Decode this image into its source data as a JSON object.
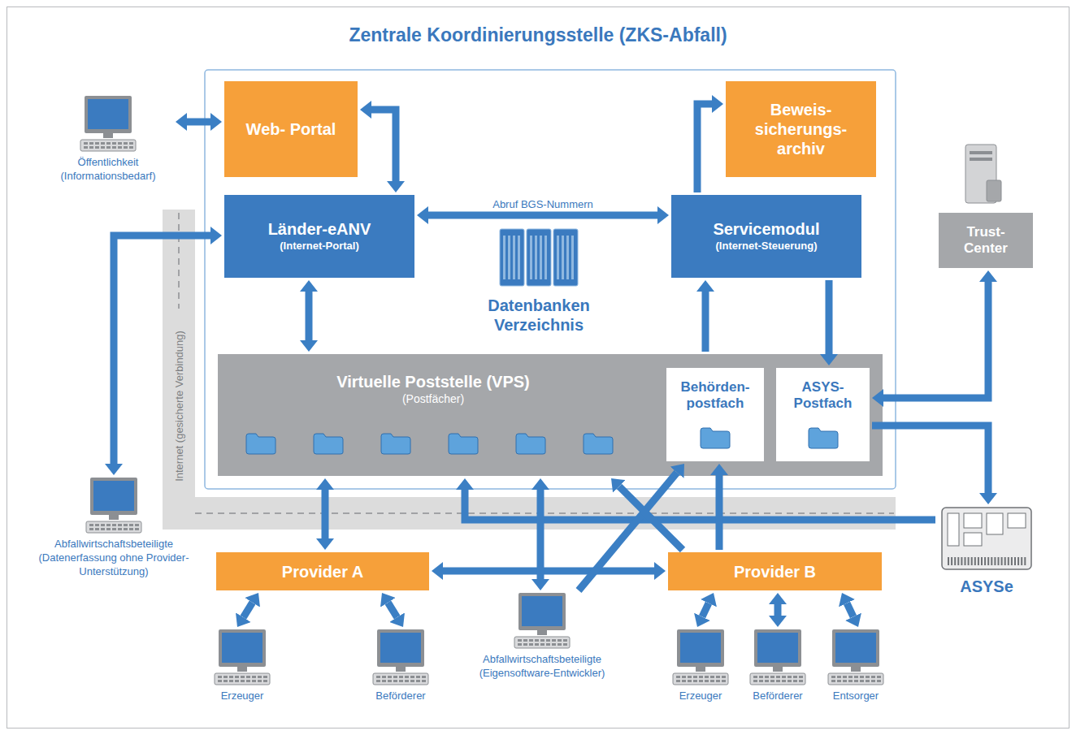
{
  "diagram": {
    "title": "Zentrale Koordinierungsstelle (ZKS-Abfall)",
    "nodes": [
      {
        "text": [
          "Web- Portal"
        ]
      },
      {
        "text": [
          "Länder-eANV",
          "(Internet-Portal)"
        ]
      },
      {
        "text": [
          "Datenbanken Verzeichnis"
        ]
      },
      {
        "text": [
          "Beweis- sicherungs- archiv"
        ]
      },
      {
        "text": [
          "Servicemodul",
          "(Internet-Steuerung)"
        ]
      },
      {
        "text": [
          "Virtuelle Poststelle (VPS)",
          "(Postfächer)"
        ]
      },
      {
        "text": [
          "Behörden- postfach"
        ],
        "in": 5
      },
      {
        "text": [
          "ASYS- Postfach"
        ],
        "in": 5
      },
      {
        "text": [
          "Trust- Center"
        ]
      },
      {
        "text": [
          "Öffentlichkeit (Informationsbedarf)"
        ]
      },
      {
        "text": [
          "Abfallwirtschaftsbeteiligte (Datenerfassung ohne Provider-Unterstützung)"
        ]
      },
      {
        "text": [
          "Provider A"
        ]
      },
      {
        "text": [
          "Abfallwirtschaftsbeteiligte (Eigensoftware-Entwickler)"
        ]
      },
      {
        "text": [
          "Provider B"
        ]
      },
      {
        "text": [
          "ASYSe"
        ]
      },
      {
        "text": [
          "Erzeuger"
        ]
      },
      {
        "text": [
          "Beförderer"
        ]
      },
      {
        "text": [
          "Erzeuger"
        ]
      },
      {
        "text": [
          "Beförderer"
        ]
      },
      {
        "text": [
          "Entsorger"
        ]
      }
    ],
    "edges": [
      {
        "from": 9,
        "to": 0,
        "arrow": "both"
      },
      {
        "from": 0,
        "to": 1,
        "arrow": "both"
      },
      {
        "from": 1,
        "to": 4,
        "label": "Abruf BGS-Nummern",
        "arrow": "both"
      },
      {
        "from": 4,
        "to": 3,
        "arrow": "to"
      },
      {
        "from": 1,
        "to": 5,
        "arrow": "both"
      },
      {
        "from": 5,
        "to": 4,
        "arrow": "to"
      },
      {
        "from": 4,
        "to": 7,
        "arrow": "to"
      },
      {
        "from": 10,
        "to": 1,
        "arrow": "both"
      },
      {
        "from": 8,
        "to": 7,
        "arrow": "both"
      },
      {
        "from": 7,
        "to": 14,
        "arrow": "to"
      },
      {
        "from": 14,
        "to": 5,
        "arrow": "to"
      },
      {
        "from": 5,
        "to": 11,
        "arrow": "both"
      },
      {
        "from": 11,
        "to": 13,
        "arrow": "both"
      },
      {
        "from": 12,
        "to": 5,
        "arrow": "both"
      },
      {
        "from": 12,
        "to": 6,
        "arrow": "to"
      },
      {
        "from": 13,
        "to": 5,
        "arrow": "to"
      },
      {
        "from": 13,
        "to": 6,
        "arrow": "to"
      },
      {
        "from": 11,
        "to": 15,
        "arrow": "both"
      },
      {
        "from": 11,
        "to": 16,
        "arrow": "both"
      },
      {
        "from": 13,
        "to": 17,
        "arrow": "both"
      },
      {
        "from": 13,
        "to": 18,
        "arrow": "both"
      },
      {
        "from": 13,
        "to": 19,
        "arrow": "both"
      }
    ],
    "labels": [
      "Internet (gesicherte Verbindung)"
    ]
  }
}
